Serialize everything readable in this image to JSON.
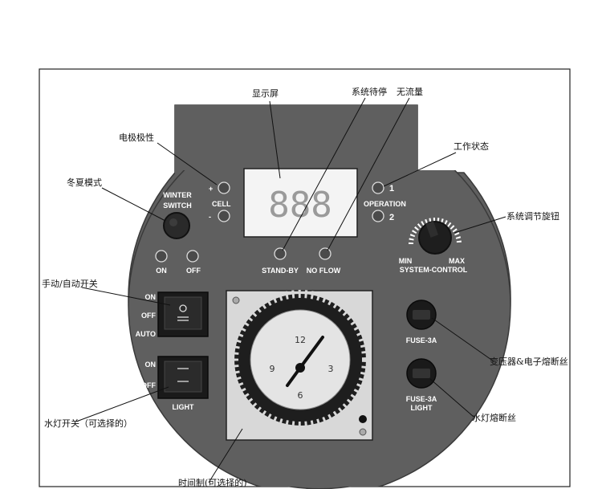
{
  "callouts": {
    "display": "显示屏",
    "standby_status": "系统待停",
    "no_flow": "无流量",
    "electrode_polarity": "电极极性",
    "work_status": "工作状态",
    "winter_summer_mode": "冬夏模式",
    "system_knob": "系统调节旋钮",
    "manual_auto_switch": "手动/自动开关",
    "transformer_fuse": "变压器&电子熔断丝",
    "lamp_switch": "水灯开关（可选择的）",
    "lamp_fuse": "水灯熔断丝",
    "timer": "时间制(可选择的)"
  },
  "panel": {
    "display_value": "888",
    "cell_plus": "+",
    "cell_minus": "-",
    "cell_label": "CELL",
    "winter_line1": "WINTER",
    "winter_line2": "SWITCH",
    "led_on": "ON",
    "led_off": "OFF",
    "standby_label": "STAND-BY",
    "noflow_label": "NO FLOW",
    "op1": "1",
    "op2": "2",
    "operation_label": "OPERATION",
    "min_label": "MIN",
    "max_label": "MAX",
    "system_control_label": "SYSTEM-CONTROL",
    "mode_on": "ON",
    "mode_off": "OFF",
    "mode_auto": "AUTO",
    "light_on": "ON",
    "light_off": "OFF",
    "light_label": "LIGHT",
    "fuse1_label": "FUSE-3A",
    "fuse2_line1": "FUSE-3A",
    "fuse2_line2": "LIGHT",
    "dial_12": "12",
    "dial_3": "3",
    "dial_6": "6",
    "dial_9": "9"
  },
  "colors": {
    "panel": "#5f5f5f",
    "panel_edge": "#3a3a3a",
    "switch_body": "#1a1a1a",
    "timer_face": "#d8d8d8"
  }
}
